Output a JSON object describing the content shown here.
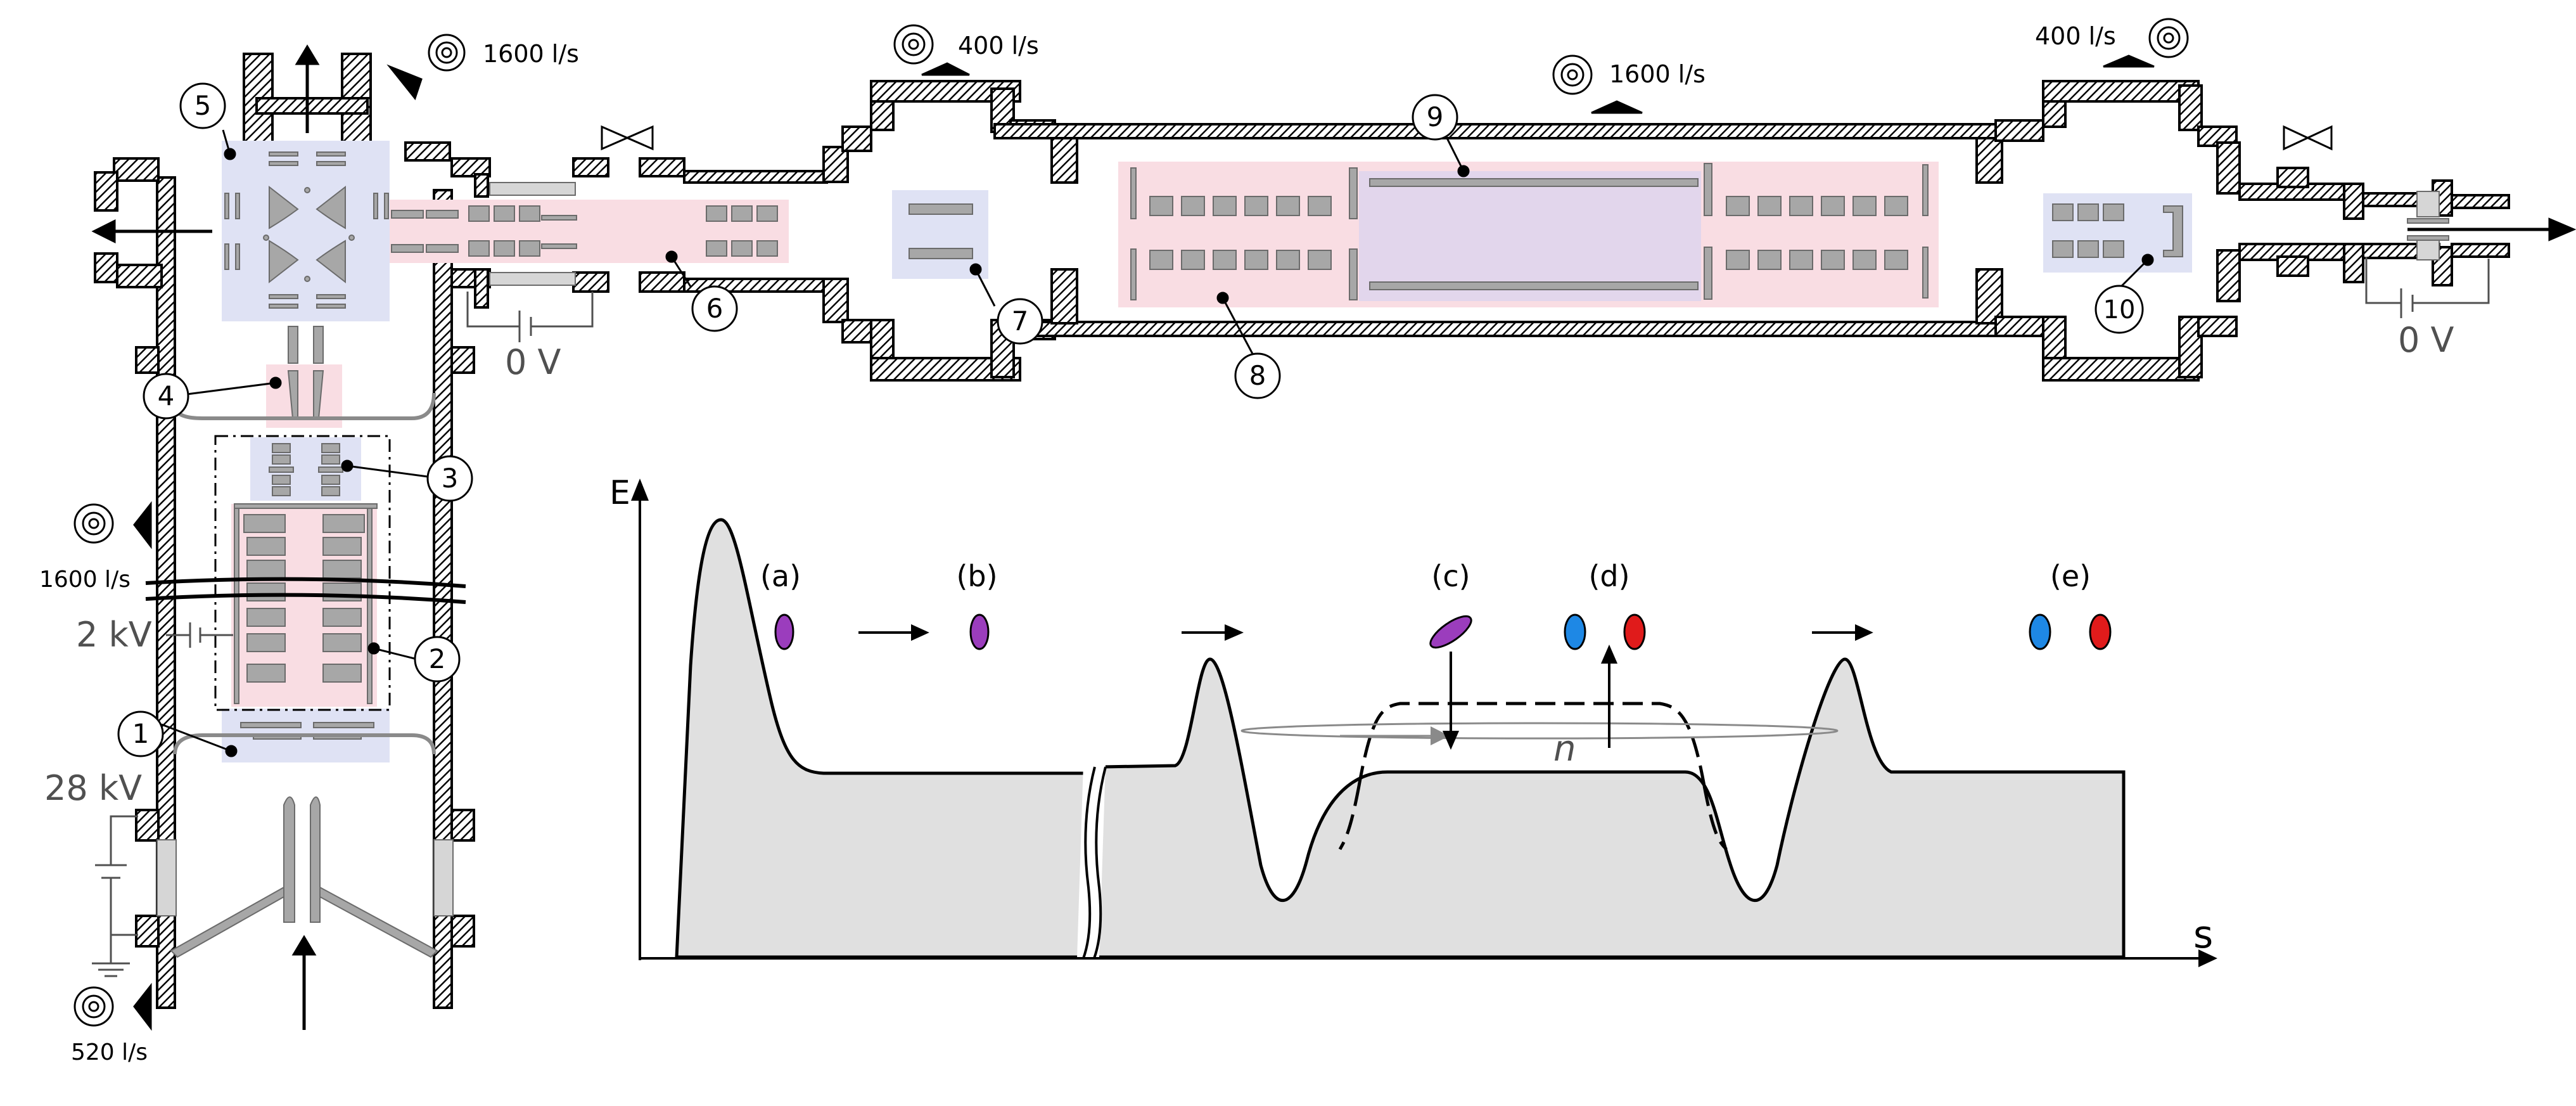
{
  "pumps": {
    "left_top": "1600 l/s",
    "left_mid": "1600 l/s",
    "left_bottom": "520 l/s",
    "cross_left": "400 l/s",
    "trap_center": "1600 l/s",
    "cross_right": "400 l/s"
  },
  "voltages": {
    "source_high": "28 kV",
    "funnel": "2 kV",
    "left_ground": "0 V",
    "right_ground": "0 V"
  },
  "callouts": [
    "1",
    "2",
    "3",
    "4",
    "5",
    "6",
    "7",
    "8",
    "9",
    "10"
  ],
  "potential": {
    "y_axis": "E",
    "x_axis": "s",
    "stages": [
      "(a)",
      "(b)",
      "(c)",
      "(d)",
      "(e)"
    ],
    "ring_label": "n"
  },
  "colors": {
    "pink_region": "#f9dde3",
    "blue_region": "#dfe2f4",
    "purple_region": "#e2d6ec",
    "electrode": "#a7a7a7",
    "ion_purple": "#9b3dbd",
    "ion_blue": "#1e88e5",
    "ion_red": "#e01b1b",
    "potential_fill": "#e0e0e0"
  }
}
